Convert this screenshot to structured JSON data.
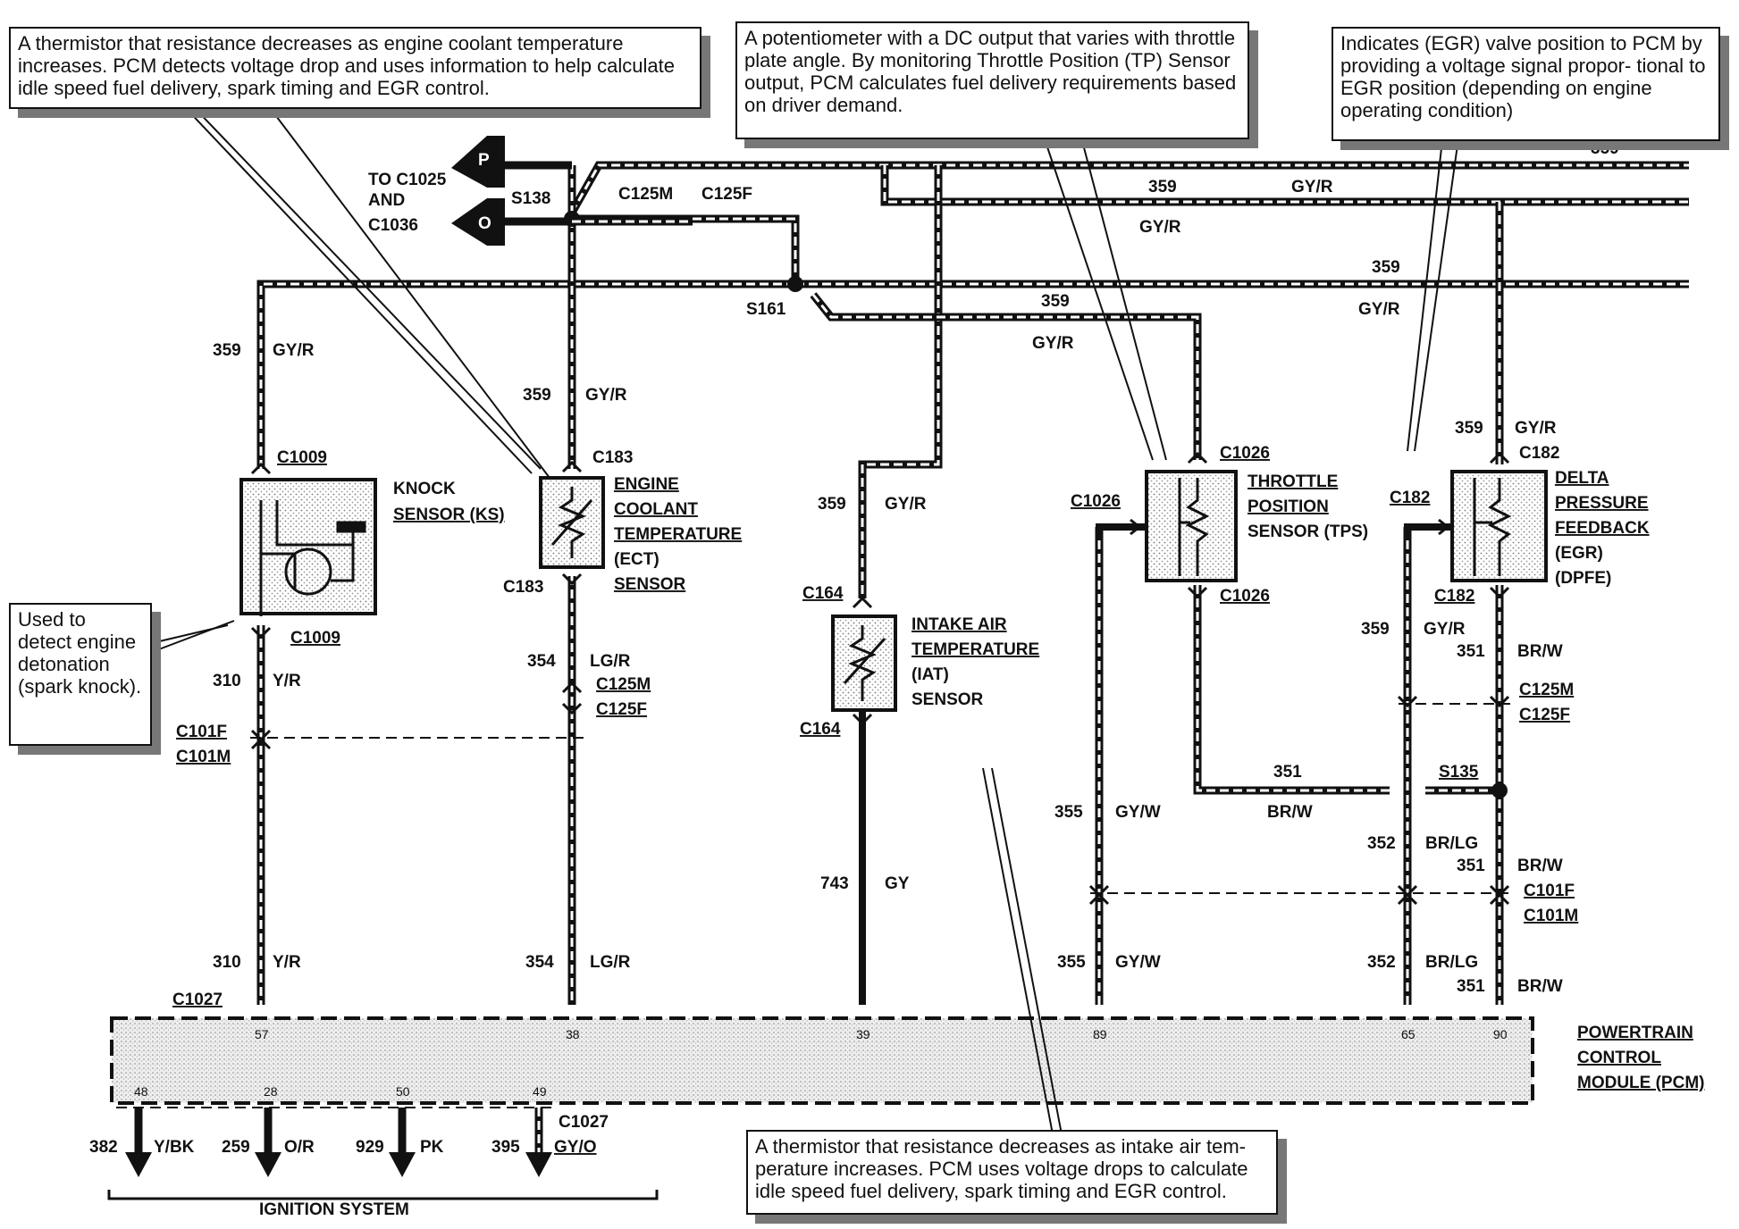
{
  "callouts": {
    "ect_note": "A thermistor that resistance decreases as engine coolant temperature increases. PCM detects voltage drop and uses information to help calculate  idle speed fuel delivery, spark timing and EGR control.",
    "tps_note": "A potentiometer with a DC output that varies with throttle plate angle. By monitoring Throttle Position (TP) Sensor output, PCM calculates fuel delivery requirements based on driver demand.",
    "egr_note": "Indicates (EGR) valve position to PCM by providing a voltage signal propor- tional to EGR position (depending on engine operating condition)",
    "ks_note": "Used to detect engine detonation (spark knock).",
    "iat_note": "A thermistor that resistance decreases as intake air tem- perature increases. PCM uses voltage drops to calculate idle speed fuel delivery, spark timing and EGR control."
  },
  "connectors_top": {
    "to_label_1": "TO C1025",
    "to_label_2": "AND",
    "to_label_3": "C1036",
    "p": "P",
    "o": "O",
    "s138": "S138",
    "c125m": "C125M",
    "c125f": "C125F",
    "s161": "S161"
  },
  "wires": {
    "w359": "359",
    "gyr": "GY/R",
    "w310": "310",
    "yr": "Y/R",
    "w354": "354",
    "lgr": "LG/R",
    "w743": "743",
    "gy": "GY",
    "w355": "355",
    "gyw": "GY/W",
    "w351": "351",
    "brw": "BR/W",
    "w352": "352",
    "brlg": "BR/LG",
    "s135": "S135"
  },
  "components": {
    "ks": {
      "c_top": "C1009",
      "c_bot": "C1009",
      "l1": "KNOCK",
      "l2": "SENSOR (KS)"
    },
    "ect": {
      "c_top": "C183",
      "c_bot": "C183",
      "l1": "ENGINE",
      "l2": "COOLANT",
      "l3": "TEMPERATURE",
      "l4": "(ECT)",
      "l5": "SENSOR"
    },
    "iat": {
      "c_top": "C164",
      "c_bot": "C164",
      "l1": "INTAKE AIR",
      "l2": "TEMPERATURE",
      "l3": "(IAT)",
      "l4": "SENSOR"
    },
    "tps": {
      "c_top": "C1026",
      "c_bot": "C1026",
      "c_side": "C1026",
      "l1": "THROTTLE",
      "l2": "POSITION",
      "l3": "SENSOR (TPS)"
    },
    "dpfe": {
      "c_top": "C182",
      "c_bot": "C182",
      "c_side": "C182",
      "l1": "DELTA",
      "l2": "PRESSURE",
      "l3": "FEEDBACK",
      "l4": "(EGR)",
      "l5": "(DPFE)"
    }
  },
  "inline_connectors": {
    "c125m": "C125M",
    "c125f": "C125F",
    "c101f": "C101F",
    "c101m": "C101M"
  },
  "pcm": {
    "c1027": "C1027",
    "l1": "POWERTRAIN",
    "l2": "CONTROL",
    "l3": "MODULE (PCM)",
    "pins_top": [
      "57",
      "38",
      "39",
      "89",
      "65",
      "90"
    ],
    "pins_bottom": [
      "48",
      "28",
      "50",
      "49"
    ]
  },
  "ignition": {
    "c1027": "C1027",
    "outputs": [
      {
        "circuit": "382",
        "color": "Y/BK"
      },
      {
        "circuit": "259",
        "color": "O/R"
      },
      {
        "circuit": "929",
        "color": "PK"
      },
      {
        "circuit": "395",
        "color": "GY/O"
      }
    ],
    "label": "IGNITION SYSTEM"
  }
}
